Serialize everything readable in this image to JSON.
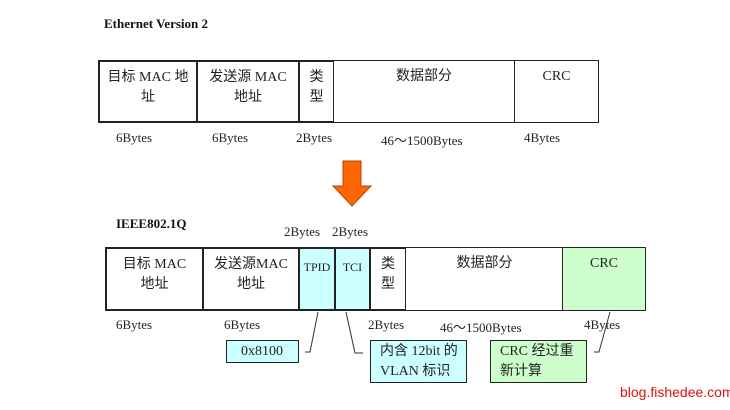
{
  "ethernet_v2": {
    "title": "Ethernet Version 2",
    "fields": [
      {
        "label_l1": "目标 MAC 地",
        "label_l2": "址",
        "size": "6Bytes"
      },
      {
        "label_l1": "发送源 MAC",
        "label_l2": "地址",
        "size": "6Bytes"
      },
      {
        "label_l1": "类",
        "label_l2": "型",
        "size": "2Bytes"
      },
      {
        "label_l1": "数据部分",
        "label_l2": "",
        "size": "46～1500Bytes"
      },
      {
        "label_l1": "CRC",
        "label_l2": "",
        "size": "4Bytes"
      }
    ]
  },
  "arrow": {
    "icon": "down-arrow-icon",
    "color": "#ff6600"
  },
  "ieee8021q": {
    "title": "IEEE802.1Q",
    "top_sizes": [
      "2Bytes",
      "2Bytes"
    ],
    "fields": [
      {
        "label_l1": "目标 MAC",
        "label_l2": "地址",
        "size": "6Bytes"
      },
      {
        "label_l1": "发送源MAC",
        "label_l2": "地址",
        "size": "6Bytes"
      },
      {
        "label_l1": "TPID",
        "label_l2": ""
      },
      {
        "label_l1": "TCI",
        "label_l2": ""
      },
      {
        "label_l1": "类",
        "label_l2": "型",
        "size": "2Bytes"
      },
      {
        "label_l1": "数据部分",
        "label_l2": "",
        "size": "46～1500Bytes"
      },
      {
        "label_l1": "CRC",
        "label_l2": "",
        "size": "4Bytes"
      }
    ],
    "notes": {
      "tpid": "0x8100",
      "tci_l1": "内含 12bit 的",
      "tci_l2": "VLAN 标识",
      "crc_l1": "CRC 经过重",
      "crc_l2": "新计算"
    },
    "colors": {
      "tag": "#ccffff",
      "crc": "#ccffcc"
    }
  },
  "watermark": "blog.fishedee.com"
}
